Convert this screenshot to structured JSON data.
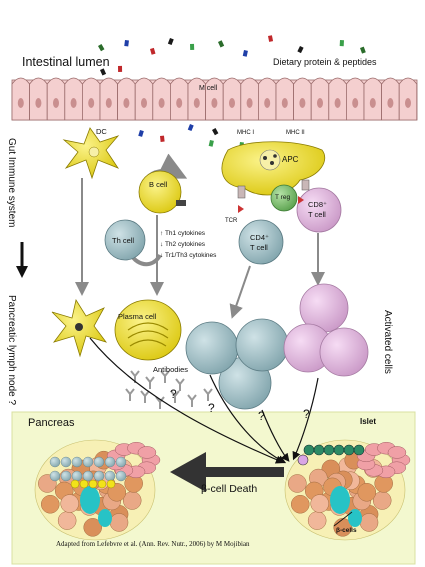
{
  "lumen": {
    "title": "Intestinal lumen",
    "dietary": "Dietary protein & peptides",
    "mcell": "M cell"
  },
  "left_axis": {
    "gut": "Gut Immune system",
    "lymph": "Pancreatic lymph node ?"
  },
  "right_axis": {
    "activated": "Activated cells"
  },
  "cells": {
    "dc": "DC",
    "bcell": "B cell",
    "thcell": "Th cell",
    "apc": "APC",
    "mhc1": "MHC I",
    "mhc2": "MHC II",
    "treg": "T reg",
    "tcr": "TCR",
    "cd4_line1": "CD4⁺",
    "cd4_line2": "T cell",
    "cd8_line1": "CD8⁺",
    "cd8_line2": "T cell",
    "plasma": "Plasma cell",
    "antibodies": "Antibodies"
  },
  "cytokines": {
    "th1": "Th1 cytokines",
    "th2": "Th2 cytokines",
    "tr1": "Tr1/Th3 cytokines"
  },
  "pancreas": {
    "title": "Pancreas",
    "islet": "Islet",
    "death": "β-cell Death",
    "betacells": "β-cells"
  },
  "question_mark": "?",
  "credit": "Adapted from Lefebvre et al. (Ann. Rev. Nutr., 2006) by M Mojibian",
  "colors": {
    "yellow_cell": "#f2e21a",
    "gray_cell": "#9fbfc6",
    "pink_cell": "#e6b5e3",
    "green_cell": "#7cc46a",
    "epithelium": "#f2c7c7",
    "pancreas_bg": "#f2f8cc"
  }
}
